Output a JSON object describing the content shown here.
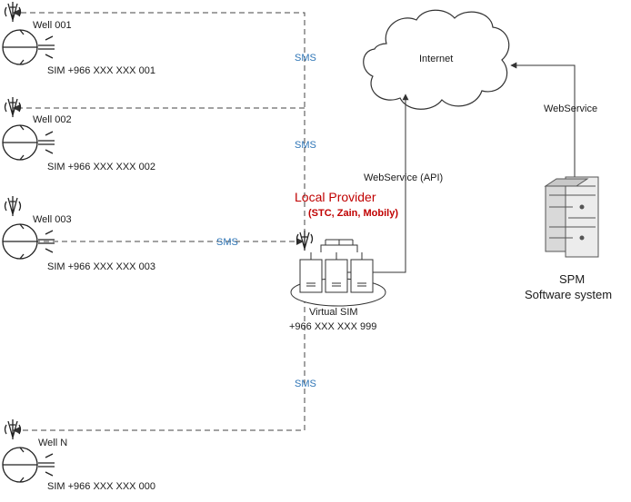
{
  "wells": [
    {
      "name": "Well 001",
      "sim": "SIM +966 XXX XXX 001"
    },
    {
      "name": "Well 002",
      "sim": "SIM +966 XXX XXX 002"
    },
    {
      "name": "Well 003",
      "sim": "SIM +966 XXX XXX 003"
    },
    {
      "name": "Well N",
      "sim": "SIM +966 XXX XXX 000"
    }
  ],
  "sms_label": "SMS",
  "internet_label": "Internet",
  "webservice_api_label": "WebService (API)",
  "webservice_label": "WebService",
  "provider": {
    "title": "Local Provider",
    "carriers": "(STC, Zain, Mobily)"
  },
  "virtual_sim": {
    "title": "Virtual SIM",
    "number": "+966 XXX XXX 999"
  },
  "spm": {
    "title": "SPM",
    "subtitle": "Software system"
  },
  "colors": {
    "line": "#404040",
    "sms": "#2e75b6",
    "provider": "#c00000"
  }
}
